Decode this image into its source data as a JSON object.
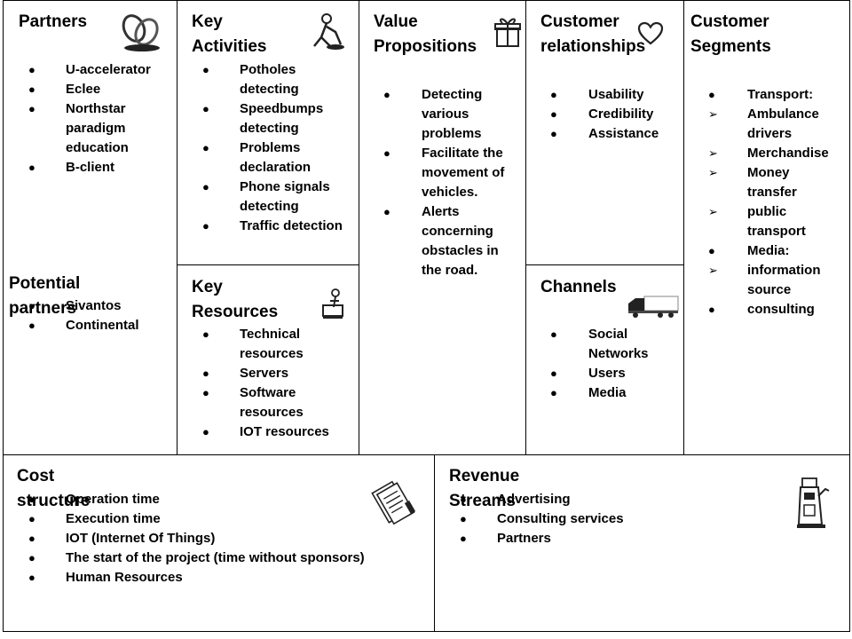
{
  "partners": {
    "title": "Partners",
    "items": [
      "U-accelerator",
      "Eclee",
      "Northstar paradigm education",
      "B-client"
    ]
  },
  "potential_partners": {
    "title": "Potential partners",
    "items": [
      "Sivantos",
      "Continental"
    ]
  },
  "key_activities": {
    "title": "Key Activities",
    "items": [
      "Potholes detecting",
      "Speedbumps detecting",
      "Problems declaration",
      "Phone signals detecting",
      "Traffic detection"
    ]
  },
  "key_resources": {
    "title": "Key Resources",
    "items": [
      "Technical resources",
      "Servers",
      "Software resources",
      "IOT resources"
    ]
  },
  "value_propositions": {
    "title_line1": "Value",
    "title_line2": "Propositions",
    "items": [
      "Detecting various problems",
      "Facilitate the movement of vehicles.",
      "Alerts concerning obstacles in the road."
    ]
  },
  "customer_relationships": {
    "title_line1": "Customer",
    "title_line2": "relationships",
    "items": [
      "Usability",
      "Credibility",
      "Assistance"
    ]
  },
  "channels": {
    "title": "Channels",
    "items": [
      "Social Networks",
      "Users",
      "Media"
    ]
  },
  "customer_segments": {
    "title_line1": "Customer",
    "title_line2": "Segments",
    "items": [
      {
        "marker": "●",
        "text": "Transport:"
      },
      {
        "marker": "➢",
        "text": "Ambulance drivers"
      },
      {
        "marker": "➢",
        "text": "Merchandise"
      },
      {
        "marker": "➢",
        "text": "Money transfer"
      },
      {
        "marker": "➢",
        "text": "public transport"
      },
      {
        "marker": "●",
        "text": "Media:"
      },
      {
        "marker": "➢",
        "text": "information source"
      },
      {
        "marker": "●",
        "text": "consulting"
      }
    ]
  },
  "cost_structure": {
    "title": "Cost structure",
    "items": [
      "Operation time",
      "Execution time",
      "IOT (Internet Of Things)",
      "The start of the project (time without sponsors)",
      "Human Resources"
    ]
  },
  "revenue_streams": {
    "title": "Revenue Streams",
    "items": [
      "Advertising",
      "Consulting services",
      "Partners"
    ]
  },
  "bullet_marker": "●",
  "icons": {
    "partners": "chain-links-icon",
    "key_activities": "worker-digging-icon",
    "key_resources": "worker-at-desk-icon",
    "value_propositions": "gift-box-icon",
    "customer_relationships": "heart-icon",
    "channels": "delivery-truck-icon",
    "cost_structure": "document-pages-icon",
    "revenue_streams": "cash-register-icon"
  }
}
